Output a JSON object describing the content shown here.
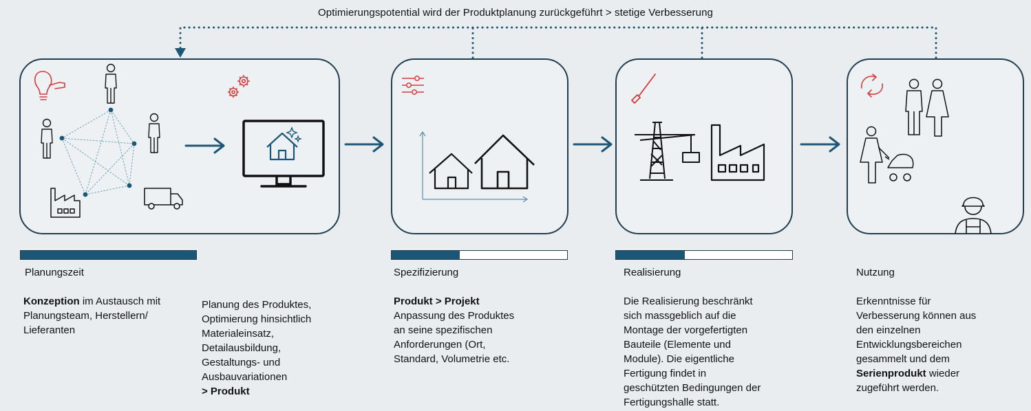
{
  "feedback": {
    "label": "Optimierungspotential wird der Produktplanung zurückgeführt > stetige Verbesserung"
  },
  "colors": {
    "dark": "#1f3d4f",
    "accent": "#1b5676",
    "red": "#d63a3a",
    "background": "#e9edf0"
  },
  "progress": {
    "planung": 1.0,
    "spezifizierung": 0.39,
    "realisierung": 0.39
  },
  "phases": [
    {
      "title": "Planungszeit"
    },
    {
      "title": "Spezifizierung"
    },
    {
      "title": "Realisierung"
    },
    {
      "title": "Nutzung"
    }
  ],
  "texts": {
    "konzeption": {
      "bold": "Konzeption",
      "line1_rest": " im Austausch mit",
      "line2": "Planungsteam, Herstellern/",
      "line3": "Lieferanten"
    },
    "planung_produkt": {
      "line1": "Planung des Produktes,",
      "line2": "Optimierung hinsichtlich",
      "line3": "Materialeinsatz,",
      "line4": "Detailausbildung,",
      "line5": "Gestaltungs- und",
      "line6": "Ausbauvariationen",
      "bold_line": "> Produkt"
    },
    "spezifizierung": {
      "bold_line": "Produkt > Projekt",
      "line1": "Anpassung des Produktes",
      "line2": "an seine spezifischen",
      "line3": "Anforderungen (Ort,",
      "line4": "Standard, Volumetrie etc."
    },
    "realisierung": {
      "line1": "Die Realisierung beschränkt",
      "line2": "sich massgeblich auf die",
      "line3": "Montage der vorgefertigten",
      "line4": "Bauteile (Elemente und",
      "line5": "Module). Die eigentliche",
      "line6": "Fertigung findet in",
      "line7": "geschützten Bedingungen der",
      "line8": "Fertigungshalle statt."
    },
    "nutzung": {
      "line1": "Erkenntnisse für",
      "line2": "Verbesserung können aus",
      "line3": "den einzelnen",
      "line4": "Entwicklungsbereichen",
      "line5": "gesammelt und dem",
      "bold": "Serienprodukt",
      "line6_rest": " wieder",
      "line7": "zugeführt werden."
    }
  },
  "icons": [
    "lightbulb-icon",
    "gear-icon",
    "person-icon",
    "factory-icon",
    "truck-icon",
    "monitor-house-icon",
    "sliders-icon",
    "house-icon",
    "screwdriver-icon",
    "crane-icon",
    "recycle-icon",
    "family-icon",
    "worker-icon",
    "arrow-right-icon"
  ]
}
